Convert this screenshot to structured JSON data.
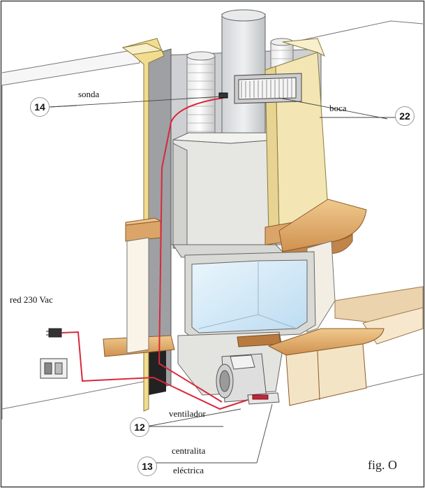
{
  "callouts": [
    {
      "number": "14",
      "label": "sonda"
    },
    {
      "number": "22",
      "label": "boca"
    },
    {
      "number": "12",
      "label": "ventilador"
    },
    {
      "number": "13",
      "label_line1": "centralita",
      "label_line2": "eléctrica"
    }
  ],
  "power_label": "red 230 Vac",
  "figure_label": "fig. O",
  "colors": {
    "wall_shadow": "#cfd0d3",
    "hood": "#e5e5e2",
    "insulation": "#f3e6b4",
    "wood": "#dba569",
    "glass": "#d9ecf8",
    "cable": "#d9283a",
    "outline": "#555555"
  }
}
